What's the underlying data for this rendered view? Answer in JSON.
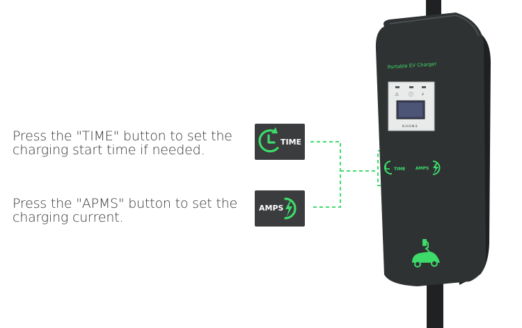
{
  "instructions": {
    "time_line1": "Press the \"TIME\" button to set the",
    "time_line2": "charging start time if needed.",
    "amps_line1": "Press the \"APMS\" button to set the",
    "amps_line2": "charging current."
  },
  "badges": {
    "time_label": "TIME",
    "amps_label": "AMPS"
  },
  "device": {
    "brand_label": "Portable EV Charger",
    "screen_label": "K.H.O.N.S",
    "panel_time_label": "TIME",
    "panel_amps_label": "AMPS"
  },
  "colors": {
    "accent_green": "#3ddc6a",
    "badge_bg": "#3a3c3d",
    "device_body": "#2f3233"
  }
}
